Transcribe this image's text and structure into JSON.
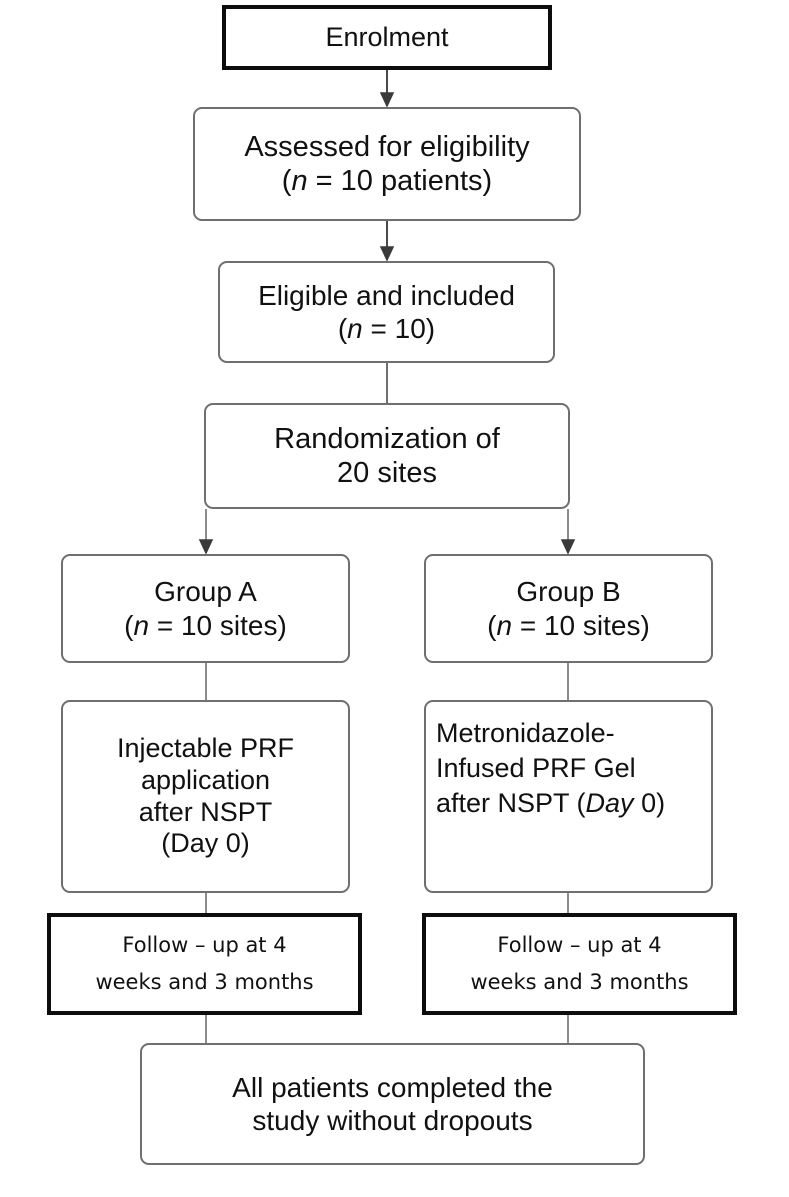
{
  "figure": {
    "type": "flowchart",
    "title": "CONSORT-style participant flow diagram",
    "orientation": "top-to-bottom",
    "colors": {
      "box_border_soft": "#6f6f6f",
      "box_border_hard": "#0d0d0d",
      "box_fill": "#ffffff",
      "text": "#111111",
      "connector": "#6f6f6f",
      "connector_dark": "#3a3a3a"
    }
  },
  "nodes": {
    "enrolment": {
      "id": "enrolment",
      "label": "Enrolment",
      "style": "thick-black-rect"
    },
    "assessed": {
      "id": "assessed",
      "line1": "Assessed for eligibility",
      "line2_pre": "(",
      "line2_italic": "n",
      "line2_post": " = 10 patients)",
      "text": "Assessed for eligibility (n = 10 patients)",
      "style": "thin-grey-rounded"
    },
    "eligible": {
      "id": "eligible",
      "line1": "Eligible and included",
      "line2_pre": "(",
      "line2_italic": "n",
      "line2_post": " = 10)",
      "text": "Eligible and included (n = 10)",
      "style": "thin-grey-rounded"
    },
    "randomization": {
      "id": "randomization",
      "line1": "Randomization of",
      "line2": "20 sites",
      "text": "Randomization of 20 sites",
      "style": "thin-grey-rounded"
    },
    "group_a": {
      "id": "group_a",
      "line1": "Group A",
      "line2_pre": "(",
      "line2_italic": "n",
      "line2_post": " = 10 sites)",
      "text": "Group A (n = 10 sites)",
      "style": "thin-grey-rounded"
    },
    "group_b": {
      "id": "group_b",
      "line1": "Group B",
      "line2_pre": "(",
      "line2_italic": "n",
      "line2_post": " = 10 sites)",
      "text": "Group B (n = 10 sites)",
      "style": "thin-grey-rounded"
    },
    "arm_a": {
      "id": "arm_a",
      "line1": "Injectable PRF",
      "line2": "application",
      "line3": "after NSPT",
      "line4": "(Day 0)",
      "text": "Injectable PRF application after NSPT (Day 0)",
      "style": "thin-grey-rounded"
    },
    "arm_b": {
      "id": "arm_b",
      "line1": "Metronidazole-",
      "line2": "Infused PRF Gel",
      "line3_pre": "after NSPT (",
      "line3_italic": "Day",
      "line3_post": " 0)",
      "text": "Metronidazole-Infused PRF Gel after NSPT (Day 0)",
      "style": "thin-grey-rounded"
    },
    "followup_a": {
      "id": "followup_a",
      "line1": "Follow – up at 4",
      "line2": "weeks and 3 months",
      "text": "Follow – up at 4 weeks and 3 months",
      "style": "thick-black-rect"
    },
    "followup_b": {
      "id": "followup_b",
      "line1": "Follow – up at 4",
      "line2": "weeks and 3 months",
      "text": "Follow – up at 4 weeks and 3 months",
      "style": "thick-black-rect"
    },
    "completed": {
      "id": "completed",
      "line1": "All patients completed the",
      "line2": "study without dropouts",
      "text": "All patients completed the study without dropouts",
      "style": "thin-grey-rounded"
    }
  },
  "edges": [
    {
      "from": "enrolment",
      "to": "assessed",
      "arrowhead": true
    },
    {
      "from": "assessed",
      "to": "eligible",
      "arrowhead": true
    },
    {
      "from": "eligible",
      "to": "randomization",
      "arrowhead": false
    },
    {
      "from": "randomization",
      "to": "group_a",
      "arrowhead": true
    },
    {
      "from": "randomization",
      "to": "group_b",
      "arrowhead": true
    },
    {
      "from": "group_a",
      "to": "arm_a",
      "arrowhead": false
    },
    {
      "from": "group_b",
      "to": "arm_b",
      "arrowhead": false
    },
    {
      "from": "arm_a",
      "to": "followup_a",
      "arrowhead": false
    },
    {
      "from": "arm_b",
      "to": "followup_b",
      "arrowhead": false
    },
    {
      "from": "followup_a",
      "to": "completed",
      "arrowhead": false
    },
    {
      "from": "followup_b",
      "to": "completed",
      "arrowhead": false
    }
  ]
}
